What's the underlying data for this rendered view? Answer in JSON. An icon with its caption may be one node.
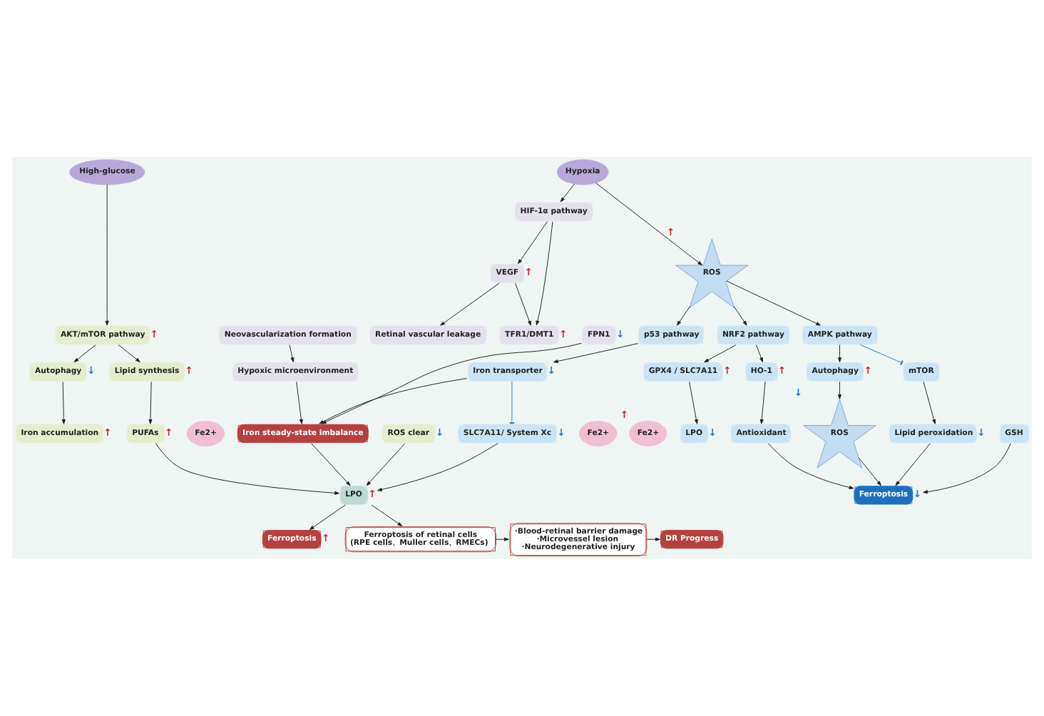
{
  "diagram": {
    "nodes": [
      {
        "text": [
          "High-glucose"
        ]
      },
      {
        "text": [
          "Hypoxia"
        ]
      },
      {
        "text": [
          "HIF-1α pathway"
        ]
      },
      {
        "text": [
          "ROS"
        ],
        "beside": [
          "↑"
        ]
      },
      {
        "text": [
          "AKT/mTOR pathway"
        ],
        "beside": [
          "↑"
        ]
      },
      {
        "text": [
          "VEGF"
        ],
        "beside": [
          "↑"
        ]
      },
      {
        "text": [
          "Retinal vascular leakage"
        ]
      },
      {
        "text": [
          "Neovascularization formation"
        ]
      },
      {
        "text": [
          "p53 pathway"
        ]
      },
      {
        "text": [
          "AMPK pathway"
        ]
      },
      {
        "text": [
          "NRF2 pathway"
        ]
      },
      {
        "text": [
          "Lipid synthesis"
        ],
        "beside": [
          "↑"
        ]
      },
      {
        "text": [
          "Autophagy"
        ],
        "beside": [
          "↓"
        ]
      },
      {
        "text": [
          "TFR1/DMT1"
        ],
        "beside": [
          "↑"
        ]
      },
      {
        "text": [
          "FPN1"
        ],
        "beside": [
          "↓"
        ]
      },
      {
        "text": [
          "Hypoxic microenvironment"
        ]
      },
      {
        "text": [
          "mTOR"
        ]
      },
      {
        "text": [
          "GPX4 / SLC7A11"
        ],
        "beside": [
          "↑"
        ]
      },
      {
        "text": [
          "HO-1"
        ],
        "beside": [
          "↑"
        ]
      },
      {
        "text": [
          "Iron accumulation"
        ],
        "beside": [
          "↑"
        ]
      },
      {
        "text": [
          "ROS clear"
        ],
        "beside": [
          "↓"
        ]
      },
      {
        "text": [
          "Iron transporter"
        ],
        "beside": [
          "↓"
        ]
      },
      {
        "text": [
          "Autophagy"
        ],
        "beside": [
          "↑"
        ]
      },
      {
        "text": [
          "Lipid peroxidation"
        ],
        "beside": [
          "↓"
        ]
      },
      {
        "text": [
          "LPO"
        ],
        "beside": [
          "↓"
        ]
      },
      {
        "text": [
          "GSH"
        ]
      },
      {
        "text": [
          "ROS"
        ],
        "beside": [
          "↓"
        ]
      },
      {
        "text": [
          "Antioxidant"
        ]
      },
      {
        "text": [
          "SLC7A11/ System Xc"
        ],
        "beside": [
          "↓"
        ]
      },
      {
        "text": [
          "PUFAs"
        ],
        "beside": [
          "↑"
        ]
      },
      {
        "text": [
          "Fe2+"
        ]
      },
      {
        "text": [
          "Iron steady-state imbalance"
        ]
      },
      {
        "text": [
          "Fe2+"
        ]
      },
      {
        "text": [
          "Fe2+"
        ],
        "beside": [
          "↑"
        ]
      },
      {
        "text": [
          "LPO"
        ],
        "beside": [
          "↑"
        ]
      },
      {
        "text": [
          "Ferroptosis"
        ],
        "beside": [
          "↑"
        ]
      },
      {
        "text": [
          "Ferroptosis"
        ],
        "beside": [
          "↓"
        ]
      },
      {
        "text": [
          "Ferroptosis of retinal cells",
          "(RPE cells、Muller cells、RMECs)"
        ]
      },
      {
        "text": [
          "·Blood-retinal barrier damage",
          "·Microvessel lesion",
          "·Neurodegenerative injury"
        ]
      },
      {
        "text": [
          "DR Progress"
        ]
      }
    ],
    "edges": [
      {
        "from": 0,
        "to": 4,
        "arrow": "to"
      },
      {
        "from": 1,
        "to": 2,
        "arrow": "to"
      },
      {
        "from": 1,
        "to": 3,
        "arrow": "to"
      },
      {
        "from": 2,
        "to": 5,
        "arrow": "to"
      },
      {
        "from": 2,
        "to": 13,
        "arrow": "to"
      },
      {
        "from": 5,
        "to": 13,
        "arrow": "to"
      },
      {
        "from": 5,
        "to": 6,
        "arrow": "to"
      },
      {
        "from": 7,
        "to": 15,
        "arrow": "to"
      },
      {
        "from": 15,
        "to": 31,
        "arrow": "to"
      },
      {
        "from": 4,
        "to": 11,
        "arrow": "to"
      },
      {
        "from": 4,
        "to": 12,
        "arrow": "to"
      },
      {
        "from": 12,
        "to": 19,
        "arrow": "to"
      },
      {
        "from": 11,
        "to": 29,
        "arrow": "to"
      },
      {
        "from": 29,
        "to": 34,
        "arrow": "to"
      },
      {
        "from": 20,
        "to": 34,
        "arrow": "to"
      },
      {
        "from": 14,
        "to": 31,
        "arrow": "to"
      },
      {
        "from": 31,
        "to": 34,
        "arrow": "to"
      },
      {
        "from": 21,
        "to": 31,
        "arrow": "to"
      },
      {
        "from": 21,
        "to": 28,
        "arrow": "other",
        "color": "#2a7fc4"
      },
      {
        "from": 28,
        "to": 34,
        "arrow": "to"
      },
      {
        "from": 34,
        "to": 35,
        "arrow": "to"
      },
      {
        "from": 34,
        "to": 37,
        "arrow": "to"
      },
      {
        "from": 37,
        "to": 38,
        "arrow": "to"
      },
      {
        "from": 38,
        "to": 39,
        "arrow": "to"
      },
      {
        "from": 3,
        "to": 8,
        "arrow": "to"
      },
      {
        "from": 3,
        "to": 9,
        "arrow": "to"
      },
      {
        "from": 3,
        "to": 10,
        "arrow": "to"
      },
      {
        "from": 8,
        "to": 21,
        "arrow": "to"
      },
      {
        "from": 9,
        "to": 16,
        "arrow": "other",
        "color": "#2a7fc4"
      },
      {
        "from": 9,
        "to": 22,
        "arrow": "to"
      },
      {
        "from": 16,
        "to": 23,
        "arrow": "to"
      },
      {
        "from": 22,
        "to": 26,
        "arrow": "to"
      },
      {
        "from": 10,
        "to": 17,
        "arrow": "to"
      },
      {
        "from": 10,
        "to": 18,
        "arrow": "to"
      },
      {
        "from": 17,
        "to": 24,
        "arrow": "to"
      },
      {
        "from": 18,
        "to": 27,
        "arrow": "to"
      },
      {
        "from": 23,
        "to": 36,
        "arrow": "to"
      },
      {
        "from": 26,
        "to": 36,
        "arrow": "to"
      },
      {
        "from": 25,
        "to": 36,
        "arrow": "to"
      },
      {
        "from": 27,
        "to": 36,
        "arrow": "to"
      }
    ]
  }
}
